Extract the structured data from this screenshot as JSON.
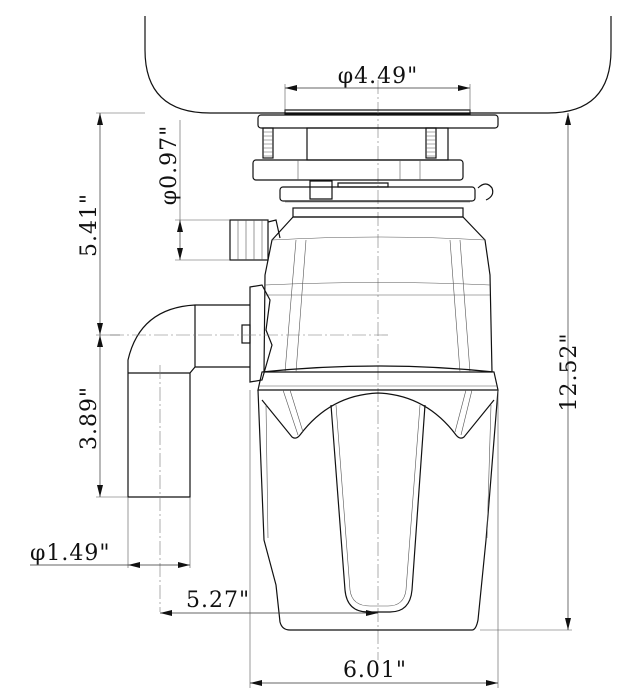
{
  "dimensions": {
    "flange_diameter": "φ4.49\"",
    "inlet_diameter": "φ0.97\"",
    "inlet_height": "5.41\"",
    "outlet_drop": "3.89\"",
    "outlet_diameter": "φ1.49\"",
    "outlet_offset": "5.27\"",
    "total_height": "12.52\"",
    "body_width": "6.01\""
  },
  "colors": {
    "line": "#111111",
    "background": "#ffffff"
  }
}
